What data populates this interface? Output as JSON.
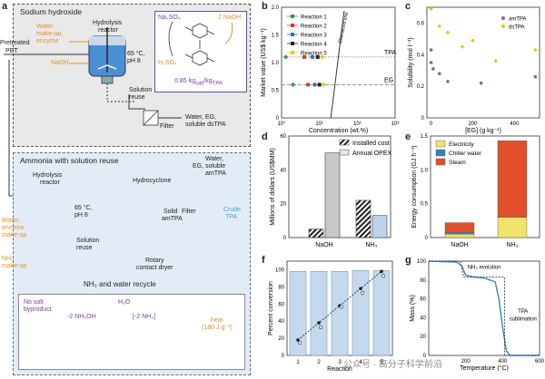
{
  "panels": {
    "a": {
      "letter": "a",
      "pretreated": "Pretreated",
      "pet": "PET",
      "top_title": "Sodium hydroxide",
      "water_makeup": "Water",
      "makeup_enzyme": "make-up,",
      "enzyme": "enzyme",
      "hydrolysis": "Hydrolysis",
      "reactor": "reactor",
      "temp": "65 °C,",
      "ph": "pH 8",
      "naoh": "NaOH",
      "solution": "Solution",
      "reuse": "reuse",
      "filter": "Filter",
      "output1": "Water, EG,",
      "output1b": "soluble dsTPA",
      "na2so4": "Na₂SO₄",
      "two_naoh": "2 NaOH",
      "h2so4": "H₂SO₄",
      "salt_ratio": "0.85 kg",
      "salt_sub": "salt",
      "salt_unit": "/kg",
      "salt_sub2": "TPA",
      "bottom_title": "Ammonia with solution reuse",
      "hyd2": "Hydrolysis",
      "reactor2": "reactor",
      "temp2": "65 °C,",
      "ph2": "pH 8",
      "water_out": "Water,",
      "water_out2": "EG, soluble",
      "water_out3": "amTPA",
      "hydrocyclone": "Hydrocyclone",
      "filter2": "Filter",
      "solid": "Solid",
      "amtpa": "amTPA",
      "crude": "Crude",
      "tpa": "TPA",
      "water2": "Water,",
      "enzyme2": "enzyme",
      "makeup2": "make-up",
      "solution2": "Solution",
      "reuse2": "reuse",
      "nh3": "NH₃",
      "nh3_makeup": "make-up",
      "rotary": "Rotary",
      "contact": "contact dryer",
      "recycle": "NH₃ and water recycle",
      "nosalt": "No salt",
      "byproduct": "byproduct",
      "h2o": "H₂O",
      "nh4oh": "-2 NH₄OH",
      "nh3b": "[-2 NH₃]",
      "heat": "heat",
      "heat_val": "(180 J g⁻¹)"
    },
    "b": {
      "letter": "b",
      "ylabel": "Market value (US$ kg⁻¹)",
      "xlabel": "Concentration (wt.%)",
      "legend": [
        "Reaction 1",
        "Reaction 2",
        "Reaction 3",
        "Reaction 4",
        "Reaction 5"
      ],
      "tpa_label": "TPA",
      "eg_label": "EG",
      "sherwood": "Sherwood line",
      "yticks": [
        "0",
        "0.5",
        "1.0",
        "1.5",
        "2.0"
      ],
      "xticks": [
        "10°",
        "10¹",
        "10²",
        "10³"
      ]
    },
    "c": {
      "letter": "c",
      "ylabel": "Solubility (mol l⁻¹)",
      "xlabel": "[EG] (g kg⁻¹)",
      "legend": [
        "amTPA",
        "dsTPA"
      ],
      "yticks": [
        "0",
        "0.2",
        "0.4",
        "0.6"
      ],
      "xticks": [
        "0",
        "200",
        "400"
      ]
    },
    "d": {
      "letter": "d",
      "ylabel": "Millions of dollars (US$MM)",
      "legend": [
        "Installed cost",
        "Annual OPEX"
      ],
      "categories": [
        "NaOH",
        "NH₃"
      ],
      "yticks": [
        "0",
        "20",
        "40",
        "60"
      ]
    },
    "e": {
      "letter": "e",
      "ylabel": "Energy consumption (GJ h⁻¹)",
      "legend": [
        "Electricity",
        "Chiller water",
        "Steam"
      ],
      "categories": [
        "NaOH",
        "NH₃"
      ],
      "yticks": [
        "0",
        "0.5",
        "1.0",
        "1.5"
      ]
    },
    "f": {
      "letter": "f",
      "ylabel": "Percent conversion",
      "xlabel": "Reaction",
      "xticks": [
        "1",
        "2",
        "3",
        "4",
        "5"
      ],
      "yticks": [
        "0",
        "20",
        "40",
        "60",
        "80",
        "100"
      ]
    },
    "g": {
      "letter": "g",
      "ylabel": "Mass (%)",
      "xlabel": "Temperature (°C)",
      "nh3_evo": "NH₃ evolution",
      "tpa_sub": "TPA",
      "tpa_sub2": "sublimation",
      "xticks": [
        "200",
        "400",
        "600"
      ],
      "yticks": [
        "0",
        "20",
        "40",
        "60",
        "80",
        "100"
      ]
    }
  },
  "watermark": "公众号 · 高分子科学前沿",
  "chart_data": [
    {
      "id": "b",
      "type": "scatter",
      "xlog": true,
      "xlim": [
        1,
        1000
      ],
      "ylim": [
        0,
        2.0
      ],
      "ref_lines": [
        {
          "label": "TPA",
          "y": 1.1
        },
        {
          "label": "EG",
          "y": 0.6
        }
      ],
      "series": [
        {
          "name": "Reaction 1",
          "color": "#2e9a46",
          "shape": "diamond",
          "points": [
            [
              1.3,
              1.1
            ],
            [
              2.0,
              0.6
            ]
          ]
        },
        {
          "name": "Reaction 2",
          "color": "#d63b2f",
          "shape": "square",
          "points": [
            [
              4.0,
              1.1
            ],
            [
              5.0,
              0.6
            ]
          ]
        },
        {
          "name": "Reaction 3",
          "color": "#2f6dc0",
          "shape": "circle",
          "points": [
            [
              6.5,
              1.1
            ],
            [
              7.5,
              0.6
            ]
          ]
        },
        {
          "name": "Reaction 4",
          "color": "#222222",
          "shape": "square",
          "points": [
            [
              9.0,
              1.1
            ],
            [
              10.0,
              0.6
            ]
          ]
        },
        {
          "name": "Reaction 5",
          "color": "#e6c52a",
          "shape": "diamond",
          "points": [
            [
              12.0,
              1.1
            ],
            [
              13.0,
              0.6
            ]
          ]
        }
      ]
    },
    {
      "id": "c",
      "type": "scatter",
      "xlim": [
        -20,
        520
      ],
      "ylim": [
        0,
        0.7
      ],
      "series": [
        {
          "name": "amTPA",
          "color": "#7a6a9a",
          "points": [
            [
              0,
              0.43
            ],
            [
              0,
              0.35
            ],
            [
              10,
              0.31
            ],
            [
              40,
              0.28
            ],
            [
              80,
              0.23
            ],
            [
              240,
              0.22
            ],
            [
              500,
              0.26
            ]
          ]
        },
        {
          "name": "dsTPA",
          "color": "#f0c000",
          "points": [
            [
              0,
              0.69
            ],
            [
              40,
              0.58
            ],
            [
              80,
              0.54
            ],
            [
              150,
              0.45
            ],
            [
              200,
              0.49
            ],
            [
              310,
              0.36
            ],
            [
              500,
              0.43
            ]
          ]
        }
      ]
    },
    {
      "id": "d",
      "type": "bar",
      "categories": [
        "NaOH",
        "NH₃"
      ],
      "ylim": [
        0,
        60
      ],
      "series": [
        {
          "name": "Installed cost",
          "values": [
            5,
            22
          ]
        },
        {
          "name": "Annual OPEX",
          "values": [
            50,
            13
          ]
        }
      ]
    },
    {
      "id": "e",
      "type": "bar",
      "stacked": true,
      "categories": [
        "NaOH",
        "NH₃"
      ],
      "ylim": [
        0,
        1.5
      ],
      "series": [
        {
          "name": "Electricity",
          "color": "#f2e36a",
          "values": [
            0.05,
            0.3
          ]
        },
        {
          "name": "Chiller water",
          "color": "#3a7fc0",
          "values": [
            0.03,
            0.0
          ]
        },
        {
          "name": "Steam",
          "color": "#e1502a",
          "values": [
            0.14,
            1.13
          ]
        }
      ]
    },
    {
      "id": "f",
      "type": "bar",
      "categories": [
        "1",
        "2",
        "3",
        "4",
        "5"
      ],
      "ylim": [
        0,
        110
      ],
      "values": [
        98,
        98,
        98,
        99,
        99
      ],
      "line_points": [
        [
          1,
          18
        ],
        [
          2,
          38
        ],
        [
          3,
          58
        ],
        [
          4,
          78
        ],
        [
          5,
          98
        ]
      ],
      "open_points": [
        [
          1,
          18
        ],
        [
          2,
          36
        ],
        [
          3,
          60
        ],
        [
          4,
          76
        ],
        [
          5,
          96
        ]
      ]
    },
    {
      "id": "g",
      "type": "line",
      "xlim": [
        0,
        600
      ],
      "ylim": [
        0,
        100
      ],
      "series": [
        {
          "name": "mass",
          "color": "#3a86c8",
          "points": [
            [
              0,
              100
            ],
            [
              150,
              99
            ],
            [
              180,
              95
            ],
            [
              200,
              85
            ],
            [
              250,
              83
            ],
            [
              300,
              82
            ],
            [
              360,
              78
            ],
            [
              380,
              60
            ],
            [
              400,
              30
            ],
            [
              420,
              5
            ],
            [
              440,
              0
            ],
            [
              600,
              0
            ]
          ]
        },
        {
          "name": "step",
          "color": "#222222",
          "points": [
            [
              0,
              100
            ],
            [
              170,
              100
            ],
            [
              190,
              83
            ],
            [
              410,
              83
            ],
            [
              410,
              0
            ],
            [
              600,
              0
            ]
          ]
        }
      ]
    }
  ]
}
